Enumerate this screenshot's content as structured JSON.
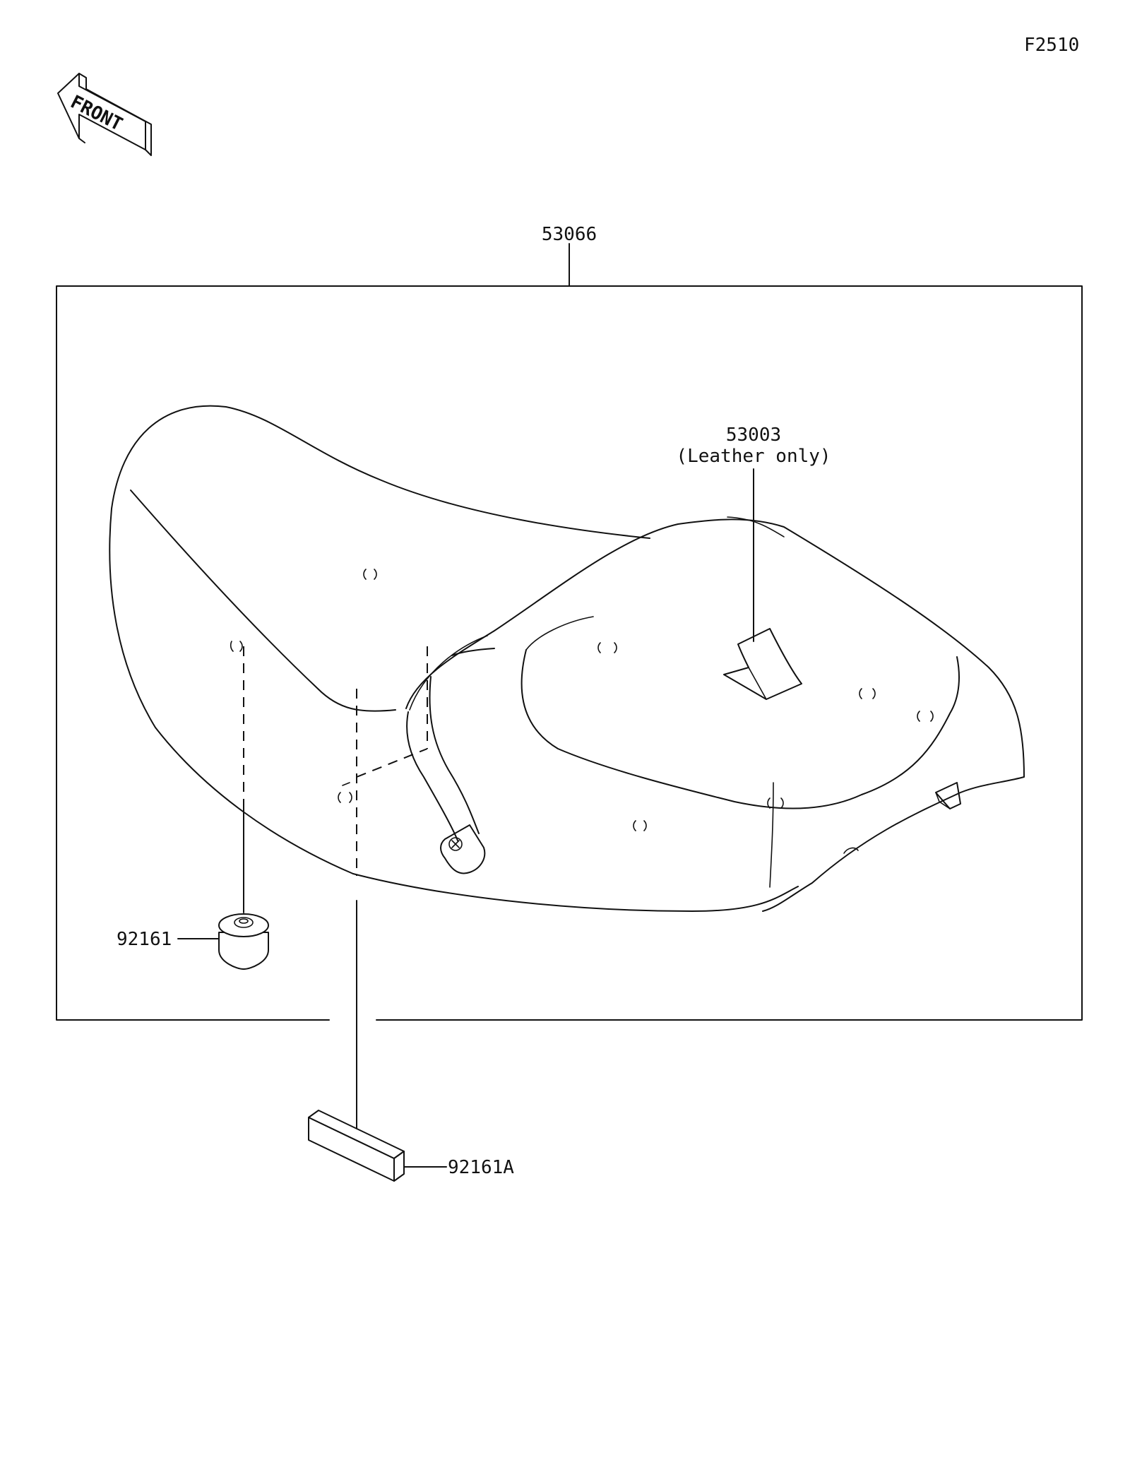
{
  "figure_code": "F2510",
  "front_marker": {
    "text": "FRONT",
    "icon": "front-arrow-icon"
  },
  "parts": {
    "seat_assembly": {
      "number": "53066"
    },
    "seat_cover": {
      "number": "53003",
      "note": "(Leather only)"
    },
    "damper_round": {
      "number": "92161"
    },
    "damper_block": {
      "number": "92161A"
    }
  },
  "colors": {
    "line": "#111111",
    "background": "#ffffff"
  }
}
